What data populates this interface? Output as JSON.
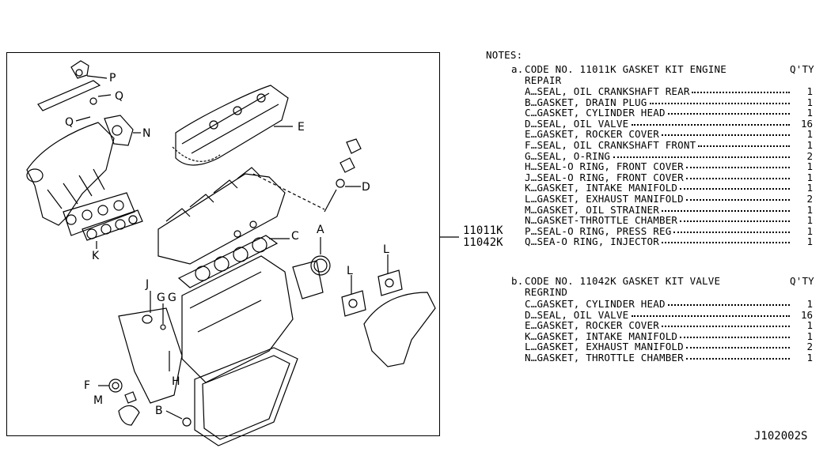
{
  "diagram": {
    "part_labels": [
      "P",
      "Q",
      "Q",
      "N",
      "E",
      "D",
      "C",
      "A",
      "K",
      "L",
      "L",
      "J",
      "G",
      "G",
      "H",
      "F",
      "M",
      "B"
    ],
    "kit_codes": [
      "11011K",
      "11042K"
    ],
    "drawing_no": "J102002S"
  },
  "notes": {
    "heading": "NOTES:",
    "qty_header": "Q'TY",
    "kit_a": {
      "prefix": "a.",
      "title_line1": "CODE NO. 11011K GASKET KIT ENGINE",
      "title_line2": "REPAIR",
      "items": [
        {
          "text": "A…SEAL, OIL CRANKSHAFT REAR",
          "qty": "1"
        },
        {
          "text": "B…GASKET, DRAIN PLUG",
          "qty": "1"
        },
        {
          "text": "C…GASKET, CYLINDER HEAD",
          "qty": "1"
        },
        {
          "text": "D…SEAL, OIL VALVE",
          "qty": "16"
        },
        {
          "text": "E…GASKET, ROCKER COVER",
          "qty": "1"
        },
        {
          "text": "F…SEAL, OIL CRANKSHAFT FRONT",
          "qty": "1"
        },
        {
          "text": "G…SEAL, O-RING",
          "qty": "2"
        },
        {
          "text": "H…SEAL-O RING, FRONT COVER",
          "qty": "1"
        },
        {
          "text": "J…SEAL-O RING, FRONT COVER",
          "qty": "1"
        },
        {
          "text": "K…GASKET, INTAKE MANIFOLD",
          "qty": "1"
        },
        {
          "text": "L…GASKET, EXHAUST MANIFOLD",
          "qty": "2"
        },
        {
          "text": "M…GASKET, OIL STRAINER",
          "qty": "1"
        },
        {
          "text": "N…GASKET-THROTTLE CHAMBER",
          "qty": "1"
        },
        {
          "text": "P…SEAL-O RING, PRESS REG",
          "qty": "1"
        },
        {
          "text": "Q…SEA-O RING, INJECTOR",
          "qty": "1"
        }
      ]
    },
    "kit_b": {
      "prefix": "b.",
      "title_line1": "CODE NO. 11042K GASKET KIT VALVE",
      "title_line2": "REGRIND",
      "items": [
        {
          "text": "C…GASKET, CYLINDER HEAD",
          "qty": "1"
        },
        {
          "text": "D…SEAL, OIL VALVE",
          "qty": "16"
        },
        {
          "text": "E…GASKET, ROCKER COVER",
          "qty": "1"
        },
        {
          "text": "K…GASKET, INTAKE MANIFOLD",
          "qty": "1"
        },
        {
          "text": "L…GASKET, EXHAUST MANIFOLD",
          "qty": "2"
        },
        {
          "text": "N…GASKET, THROTTLE CHAMBER",
          "qty": "1"
        }
      ]
    }
  }
}
